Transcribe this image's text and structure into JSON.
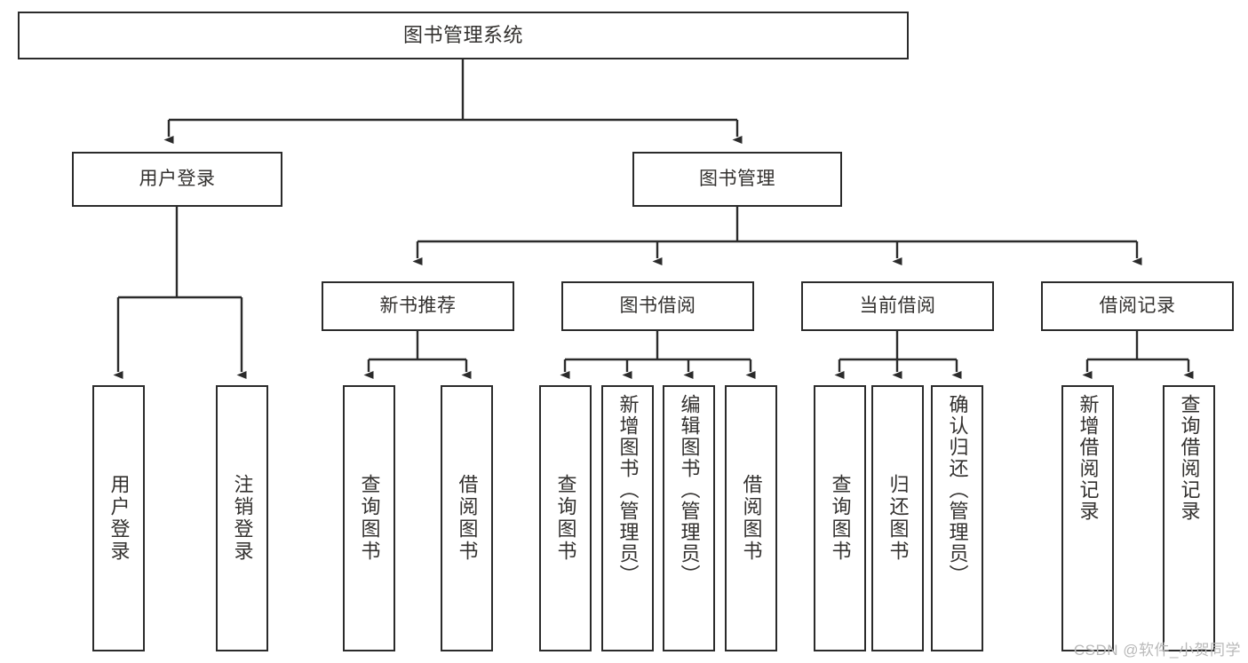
{
  "diagram": {
    "title": "图书管理系统",
    "type": "hierarchy-tree",
    "watermark": "CSDN @软件_小贺同学",
    "colors": {
      "box_border": "#2b2b2b",
      "box_fill": "#ffffff",
      "edge": "#2b2b2b",
      "text": "#33312f",
      "watermark": "#b9b9b9",
      "background": "#ffffff"
    },
    "levels": [
      {
        "level": 1,
        "orientation": "horizontal"
      },
      {
        "level": 2,
        "orientation": "horizontal"
      },
      {
        "level": 3,
        "orientation": "horizontal"
      },
      {
        "level": 4,
        "orientation": "vertical"
      }
    ],
    "nodes": {
      "root": {
        "label": "图书管理系统",
        "level": 1
      },
      "user_login": {
        "label": "用户登录",
        "level": 2
      },
      "book_mgmt": {
        "label": "图书管理",
        "level": 2
      },
      "new_book_rec": {
        "label": "新书推荐",
        "level": 3
      },
      "book_borrow": {
        "label": "图书借阅",
        "level": 3
      },
      "current_borrow": {
        "label": "当前借阅",
        "level": 3
      },
      "borrow_record": {
        "label": "借阅记录",
        "level": 3
      },
      "leaf_user_login": {
        "label": "用户登录",
        "level": 4
      },
      "leaf_logout": {
        "label": "注销登录",
        "level": 4
      },
      "leaf_query_book_1": {
        "label": "查询图书",
        "level": 4
      },
      "leaf_borrow_book_1": {
        "label": "借阅图书",
        "level": 4
      },
      "leaf_query_book_2": {
        "label": "查询图书",
        "level": 4
      },
      "leaf_add_book": {
        "label": "新增图书（管理员）",
        "level": 4
      },
      "leaf_edit_book": {
        "label": "编辑图书（管理员）",
        "level": 4
      },
      "leaf_borrow_book_2": {
        "label": "借阅图书",
        "level": 4
      },
      "leaf_query_book_3": {
        "label": "查询图书",
        "level": 4
      },
      "leaf_return_book": {
        "label": "归还图书",
        "level": 4
      },
      "leaf_confirm_return": {
        "label": "确认归还（管理员）",
        "level": 4
      },
      "leaf_add_record": {
        "label": "新增借阅记录",
        "level": 4
      },
      "leaf_query_record": {
        "label": "查询借阅记录",
        "level": 4
      }
    },
    "edges": [
      {
        "from": "root",
        "to": "user_login"
      },
      {
        "from": "root",
        "to": "book_mgmt"
      },
      {
        "from": "user_login",
        "to": "leaf_user_login"
      },
      {
        "from": "user_login",
        "to": "leaf_logout"
      },
      {
        "from": "book_mgmt",
        "to": "new_book_rec"
      },
      {
        "from": "book_mgmt",
        "to": "book_borrow"
      },
      {
        "from": "book_mgmt",
        "to": "current_borrow"
      },
      {
        "from": "book_mgmt",
        "to": "borrow_record"
      },
      {
        "from": "new_book_rec",
        "to": "leaf_query_book_1"
      },
      {
        "from": "new_book_rec",
        "to": "leaf_borrow_book_1"
      },
      {
        "from": "book_borrow",
        "to": "leaf_query_book_2"
      },
      {
        "from": "book_borrow",
        "to": "leaf_add_book"
      },
      {
        "from": "book_borrow",
        "to": "leaf_edit_book"
      },
      {
        "from": "book_borrow",
        "to": "leaf_borrow_book_2"
      },
      {
        "from": "current_borrow",
        "to": "leaf_query_book_3"
      },
      {
        "from": "current_borrow",
        "to": "leaf_return_book"
      },
      {
        "from": "current_borrow",
        "to": "leaf_confirm_return"
      },
      {
        "from": "borrow_record",
        "to": "leaf_add_record"
      },
      {
        "from": "borrow_record",
        "to": "leaf_query_record"
      }
    ]
  }
}
